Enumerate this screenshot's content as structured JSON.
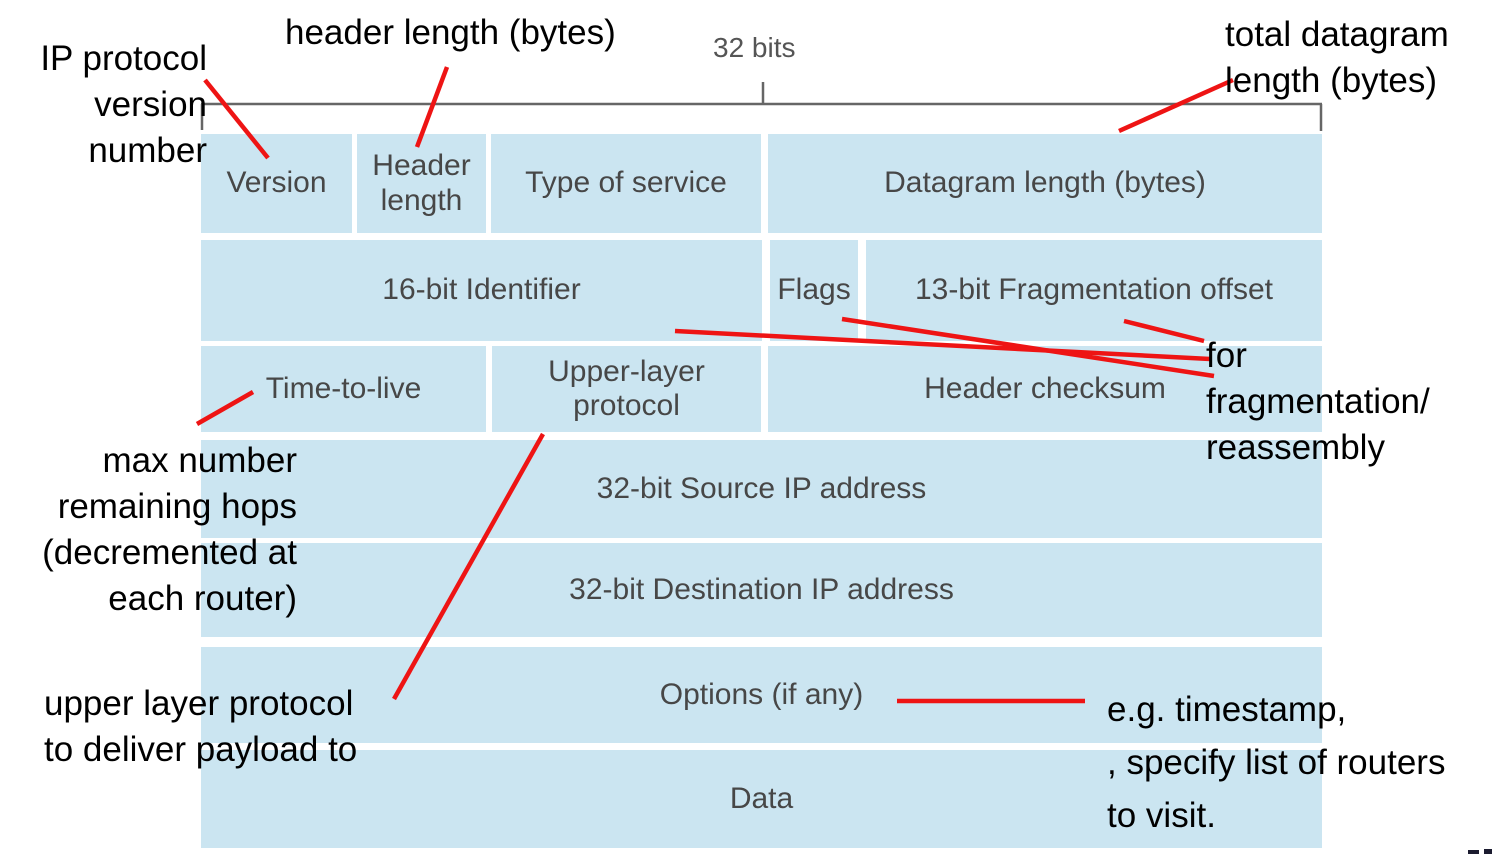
{
  "slide": {
    "ruler_label": "32 bits"
  },
  "colors": {
    "cell_fill": "#cbe5f1",
    "cell_text": "#474747",
    "annotation_text": "#000000",
    "leader_line_red": "#ee1414",
    "ruler_gray": "#666666"
  },
  "table": {
    "rows": [
      {
        "cells": [
          {
            "label": "Version"
          },
          {
            "label": "Header length"
          },
          {
            "label": "Type of service"
          },
          {
            "label": "Datagram length (bytes)"
          }
        ]
      },
      {
        "cells": [
          {
            "label": "16-bit Identifier"
          },
          {
            "label": "Flags"
          },
          {
            "label": "13-bit Fragmentation offset"
          }
        ]
      },
      {
        "cells": [
          {
            "label": "Time-to-live"
          },
          {
            "label": "Upper-layer protocol"
          },
          {
            "label": "Header checksum"
          }
        ]
      },
      {
        "cells": [
          {
            "label": "32-bit Source IP address"
          }
        ]
      },
      {
        "cells": [
          {
            "label": "32-bit Destination IP address"
          }
        ]
      },
      {
        "cells": [
          {
            "label": "Options (if any)"
          }
        ]
      },
      {
        "cells": [
          {
            "label": "Data"
          }
        ]
      }
    ]
  },
  "annotations": {
    "ip_version": [
      "IP protocol",
      "version",
      "number"
    ],
    "header_length": "header length (bytes)",
    "total_datagram": [
      "total datagram",
      "length (bytes)"
    ],
    "fragmentation": [
      "for",
      "fragmentation/",
      "reassembly"
    ],
    "max_hops": [
      "max number",
      "remaining hops",
      "(decremented at",
      "each router)"
    ],
    "upper_layer": [
      "upper layer protocol",
      "to deliver payload to"
    ],
    "options_note": [
      "e.g. timestamp,",
      ", specify list of routers",
      "to visit."
    ]
  }
}
